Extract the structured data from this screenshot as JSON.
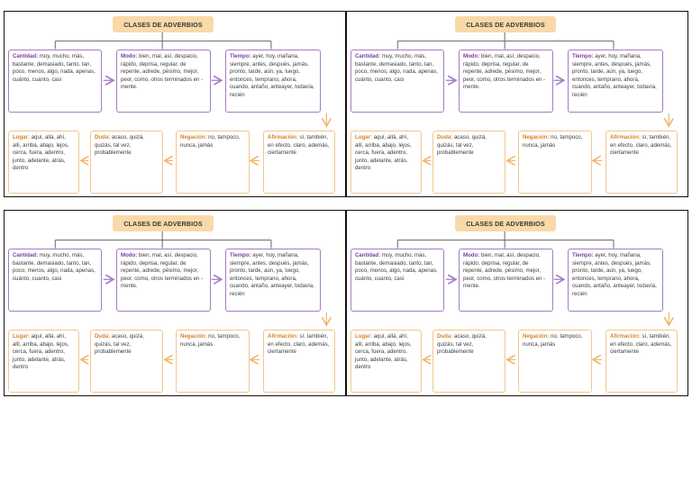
{
  "title": "CLASES DE ADVERBIOS",
  "boxes": {
    "cantidad": {
      "label": "Cantidad:",
      "text": " muy, mucho, más, bastante, demasiado, tanto, tan, poco, menos, algo, nada, apenas, cuánto, cuanto, casi"
    },
    "modo": {
      "label": "Modo:",
      "text": " bien, mal, así, despacio, rápido, deprisa, regular, de repente, adrede, pésimo, mejor, peor, como, otros terminados en -mente."
    },
    "tiempo": {
      "label": "Tiempo:",
      "text": " ayer, hoy, mañana, siempre, antes, después, jamás, pronto, tarde, aún, ya, luego, entonces, temprano, ahora, cuando, antaño, anteayer, todavía, recién"
    },
    "lugar": {
      "label": "Lugar:",
      "text": " aquí, allá, ahí, allí, arriba, abajo, lejos, cerca, fuera, adentro, junto, adelante, atrás, dentro"
    },
    "duda": {
      "label": "Duda:",
      "text": " acaso, quizá, quizás, tal vez, probablemente"
    },
    "negacion": {
      "label": "Negación:",
      "text": " no, tampoco, nunca, jamás"
    },
    "afirmacion": {
      "label": "Afirmación:",
      "text": " sí, también, en efecto, claro, además, ciertamente"
    }
  },
  "colors": {
    "purple": "#a57cc4",
    "orange": "#f2c68c",
    "title_bg": "#f9d9a8"
  }
}
